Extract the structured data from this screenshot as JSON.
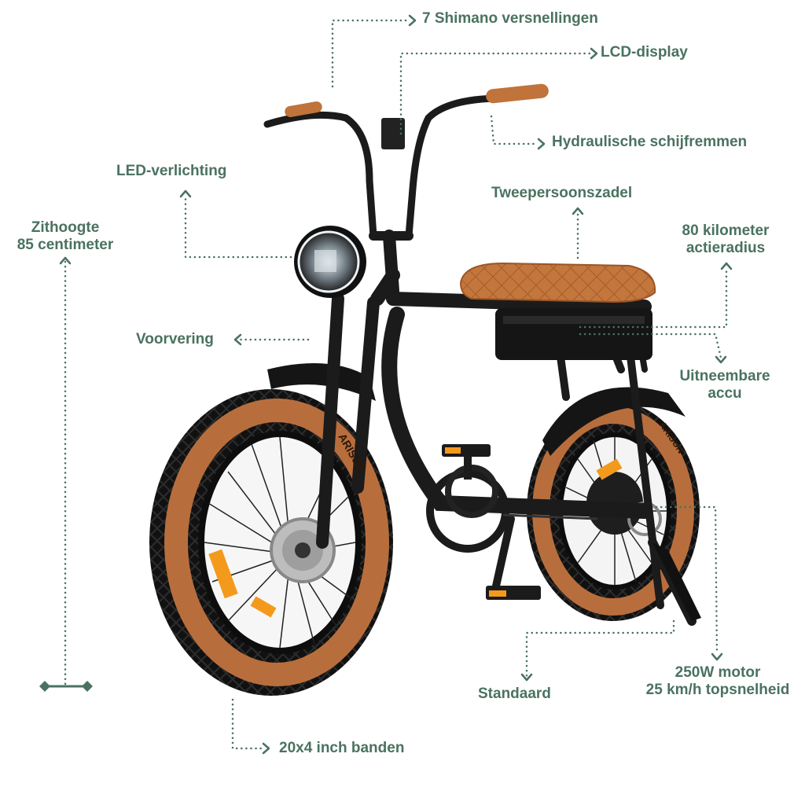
{
  "colors": {
    "accent": "#4a7260",
    "tire_tan": "#b86e3c",
    "saddle": "#c4773d",
    "frame": "#1b1b1b",
    "orange_reflector": "#f39a1c"
  },
  "labels": {
    "gears": "7 Shimano versnellingen",
    "lcd": "LCD-display",
    "brakes": "Hydraulische schijfremmen",
    "led": "LED-verlichting",
    "saddle": "Tweepersoonszadel",
    "seat_height": [
      "Zithoogte",
      "85 centimeter"
    ],
    "range": [
      "80 kilometer",
      "actieradius"
    ],
    "suspension": "Voorvering",
    "battery": [
      "Uitneembare",
      "accu"
    ],
    "motor": [
      "250W motor",
      "25 km/h topsnelheid"
    ],
    "stand": "Standaard",
    "tires": "20x4 inch banden"
  },
  "tire_brand": "ARISUN",
  "product_image": {
    "subject": "e-bike-fatbike",
    "icon": "bicycle-illustration"
  }
}
